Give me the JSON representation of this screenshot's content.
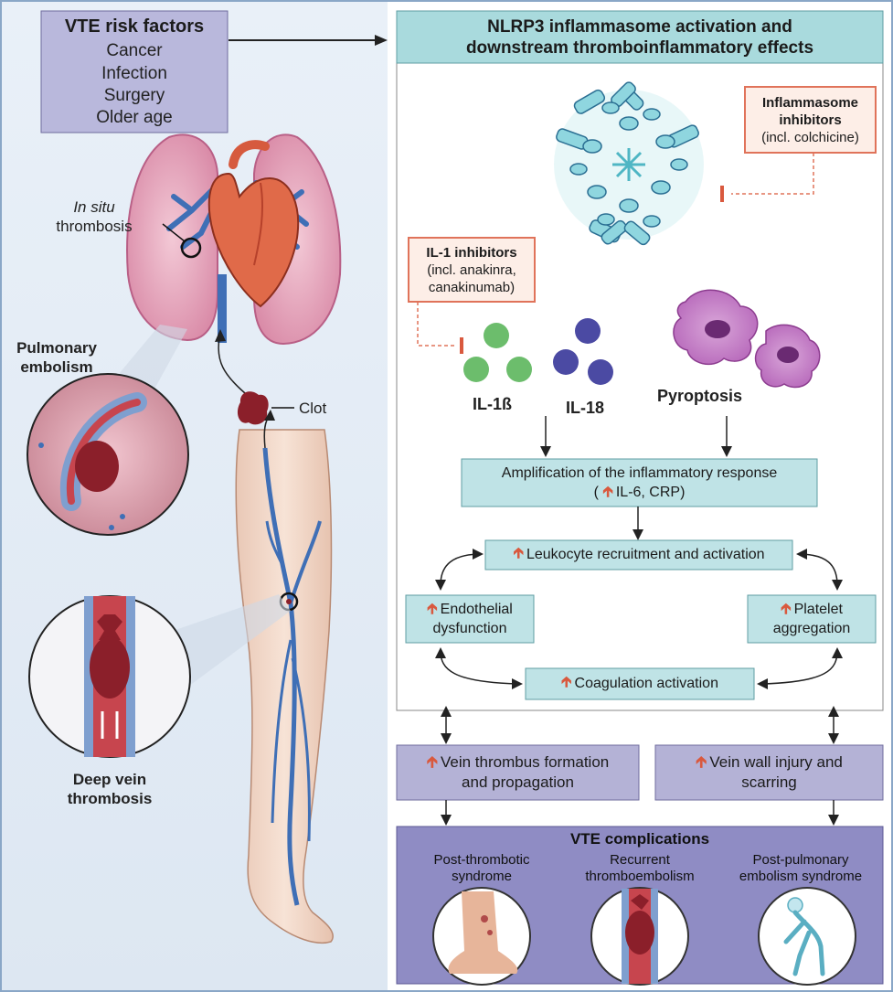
{
  "risk_factors": {
    "title": "VTE risk factors",
    "items": [
      "Cancer",
      "Infection",
      "Surgery",
      "Older age"
    ]
  },
  "left_labels": {
    "in_situ_italic": "In situ",
    "in_situ_rest": "thrombosis",
    "pe_line1": "Pulmonary",
    "pe_line2": "embolism",
    "clot": "Clot",
    "dvt_line1": "Deep vein",
    "dvt_line2": "thrombosis"
  },
  "header": {
    "line1": "NLRP3 inflammasome activation and",
    "line2": "downstream thromboinflammatory effects"
  },
  "inflammasome_inhibitors": {
    "line1": "Inflammasome",
    "line2": "inhibitors",
    "line3": "(incl. colchicine)"
  },
  "il1_inhibitors": {
    "line1": "IL-1 inhibitors",
    "line2": "(incl. anakinra,",
    "line3": "canakinumab)"
  },
  "cytokines": {
    "il1b": "IL-1ß",
    "il18": "IL-18",
    "pyroptosis": "Pyroptosis"
  },
  "amplification": {
    "line1": "Amplification of the inflammatory response",
    "line2_prefix": "(",
    "line2_rest": "IL-6, CRP)"
  },
  "cycle": {
    "leukocyte": "Leukocyte recruitment and activation",
    "endothelial_1": "Endothelial",
    "endothelial_2": "dysfunction",
    "platelet_1": "Platelet",
    "platelet_2": "aggregation",
    "coagulation": "Coagulation activation"
  },
  "outcomes": {
    "thrombus_1": "Vein thrombus formation",
    "thrombus_2": "and propagation",
    "wall_1": "Vein wall injury and",
    "wall_2": "scarring"
  },
  "complications": {
    "title": "VTE complications",
    "items": [
      {
        "line1": "Post-thrombotic",
        "line2": "syndrome"
      },
      {
        "line1": "Recurrent",
        "line2": "thromboembolism"
      },
      {
        "line1": "Post-pulmonary",
        "line2": "embolism syndrome"
      }
    ]
  },
  "colors": {
    "left_bg": "#e6eef7",
    "teal_box": "#bfe3e6",
    "teal_header": "#a9dadd",
    "purple_box": "#b4b2d6",
    "purple_complications": "#8f8cc4",
    "inhibitor_border": "#e0735a",
    "up_arrow": "#d9593e",
    "vein_blue": "#3f6fb6",
    "clot_red": "#8b1f2a",
    "il1b_green": "#6cbd6c",
    "il18_purple": "#4b4aa3"
  }
}
